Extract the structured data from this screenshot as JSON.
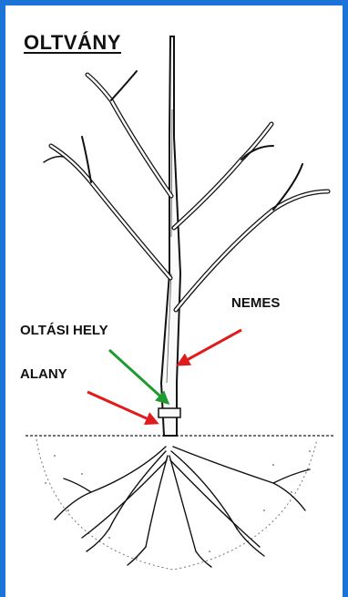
{
  "diagram": {
    "title": "OLTVÁNY",
    "labels": {
      "nemes": "NEMES",
      "oltasi_hely": "OLTÁSI HELY",
      "alany": "ALANY"
    },
    "colors": {
      "border": "#1c74d9",
      "background": "#ffffff",
      "arrow_red": "#e01b1b",
      "arrow_green": "#1e9b2e",
      "ink": "#111111"
    }
  }
}
